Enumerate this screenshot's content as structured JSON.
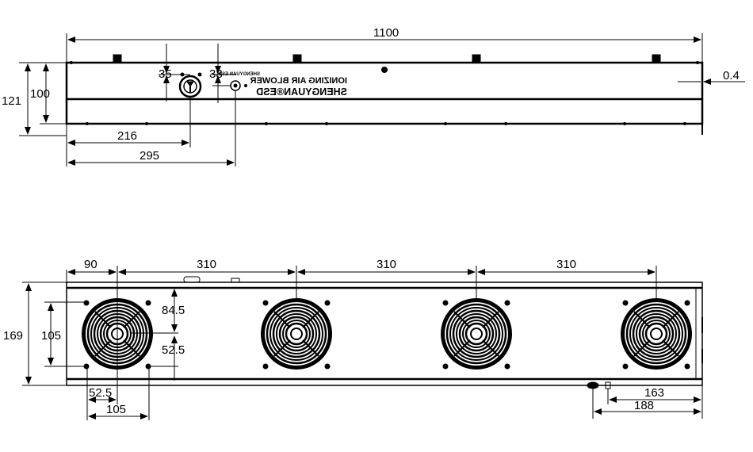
{
  "top_view": {
    "overall_length": "1100",
    "outer_height": "121",
    "inner_height": "100",
    "connector_height": "35",
    "switch_height": "38",
    "connector_offset": "216",
    "switch_offset": "295",
    "end_gap": "0.4",
    "brand_label": "SHENGYUAN®ESD",
    "product_label": "IONIZING AIR BLOWER",
    "small_label": "SHENGYUAN ESD"
  },
  "front_view": {
    "first_fan_offset": "90",
    "fan_spacing_1": "310",
    "fan_spacing_2": "310",
    "fan_spacing_3": "310",
    "total_height": "169",
    "hole_spacing_v": "105",
    "upper_offset": "84.5",
    "lower_offset": "52.5",
    "hole_offset_h": "52.5",
    "hole_spacing_h": "105",
    "knob_offset": "163",
    "knob2_offset": "188"
  }
}
